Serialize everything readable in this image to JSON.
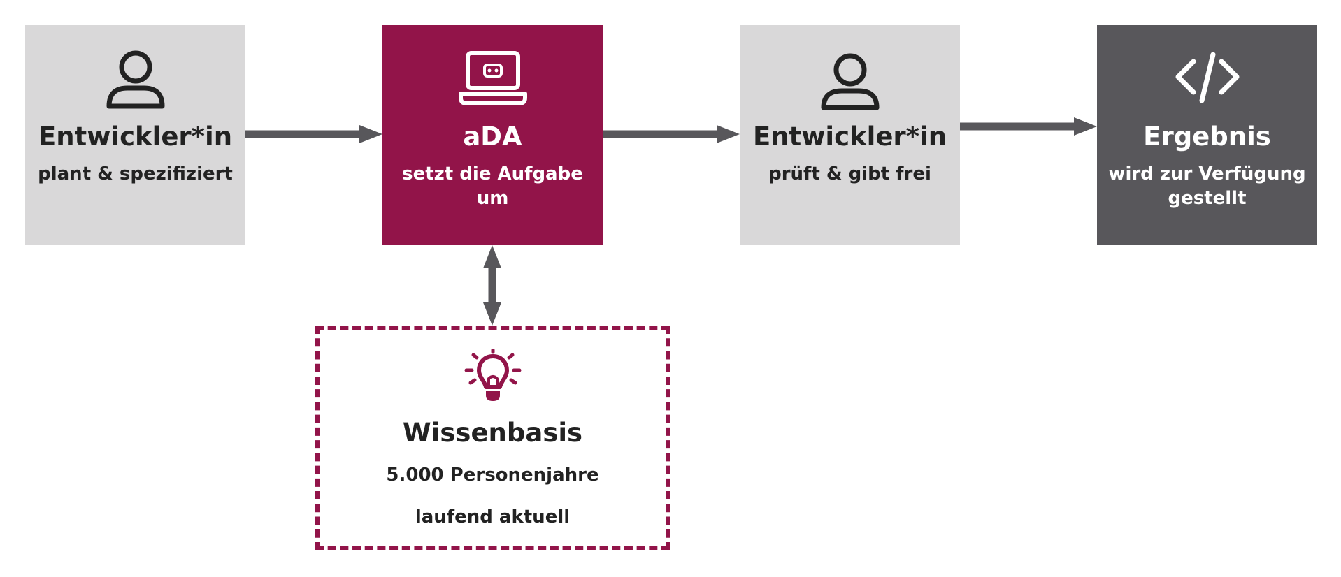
{
  "colors": {
    "brand": "#921449",
    "light_box": "#d9d8d9",
    "dark_box": "#58575b",
    "arrow": "#58575b",
    "text_dark": "#222222"
  },
  "steps": [
    {
      "icon": "person-icon",
      "title": "Entwickler*in",
      "subtitle": "plant & spezifiziert"
    },
    {
      "icon": "laptop-icon",
      "title": "aDA",
      "subtitle": "setzt die Aufgabe um"
    },
    {
      "icon": "person-icon",
      "title": "Entwickler*in",
      "subtitle": "prüft & gibt frei"
    },
    {
      "icon": "code-icon",
      "title": "Ergebnis",
      "subtitle": "wird zur Verfügung gestellt"
    }
  ],
  "knowledge_base": {
    "icon": "lightbulb-icon",
    "title": "Wissenbasis",
    "line1": "5.000 Personenjahre",
    "line2": "laufend aktuell"
  }
}
